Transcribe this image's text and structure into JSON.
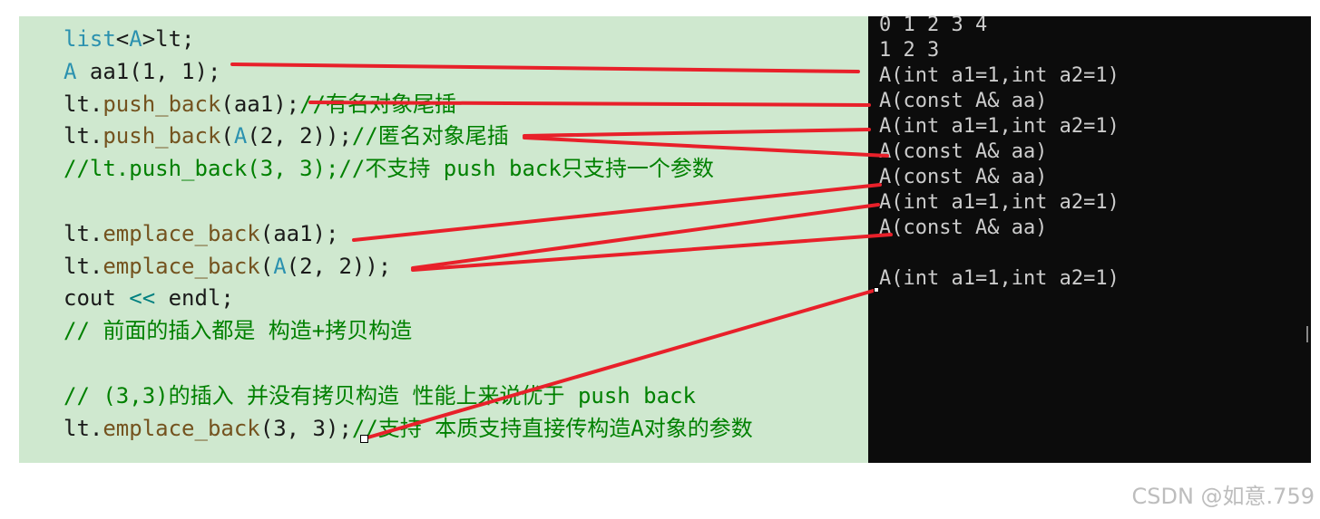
{
  "editor": {
    "lines": [
      [
        {
          "t": "list",
          "c": "type"
        },
        {
          "t": "<",
          "c": "normal"
        },
        {
          "t": "A",
          "c": "type"
        },
        {
          "t": ">lt;",
          "c": "normal"
        }
      ],
      [
        {
          "t": "A ",
          "c": "type"
        },
        {
          "t": "aa1(1, 1);",
          "c": "normal"
        }
      ],
      [
        {
          "t": "lt.",
          "c": "normal"
        },
        {
          "t": "push_back",
          "c": "method"
        },
        {
          "t": "(aa1);",
          "c": "normal"
        },
        {
          "t": "//有名对象尾插",
          "c": "comment"
        }
      ],
      [
        {
          "t": "lt.",
          "c": "normal"
        },
        {
          "t": "push_back",
          "c": "method"
        },
        {
          "t": "(",
          "c": "normal"
        },
        {
          "t": "A",
          "c": "type"
        },
        {
          "t": "(2, 2));",
          "c": "normal"
        },
        {
          "t": "//匿名对象尾插",
          "c": "comment"
        }
      ],
      [
        {
          "t": "//lt.push_back(3, 3);//不支持 push back只支持一个参数",
          "c": "comment"
        }
      ],
      [],
      [
        {
          "t": "lt.",
          "c": "normal"
        },
        {
          "t": "emplace_back",
          "c": "method"
        },
        {
          "t": "(aa1);",
          "c": "normal"
        }
      ],
      [
        {
          "t": "lt.",
          "c": "normal"
        },
        {
          "t": "emplace_back",
          "c": "method"
        },
        {
          "t": "(",
          "c": "normal"
        },
        {
          "t": "A",
          "c": "type"
        },
        {
          "t": "(2, 2));",
          "c": "normal"
        }
      ],
      [
        {
          "t": "cout ",
          "c": "normal"
        },
        {
          "t": "<<",
          "c": "op"
        },
        {
          "t": " endl;",
          "c": "normal"
        }
      ],
      [
        {
          "t": "// 前面的插入都是 构造+拷贝构造",
          "c": "comment"
        }
      ],
      [],
      [
        {
          "t": "// (3,3)的插入 并没有拷贝构造 性能上来说优于 push back",
          "c": "comment"
        }
      ],
      [
        {
          "t": "lt.",
          "c": "normal"
        },
        {
          "t": "emplace_back",
          "c": "method"
        },
        {
          "t": "(3, 3);",
          "c": "normal"
        },
        {
          "t": "//支持 本质支持直接传构造A对象的参数",
          "c": "comment"
        }
      ]
    ]
  },
  "terminal": {
    "lines": [
      "0 1 2 3 4",
      "1 2 3",
      "A(int a1=1,int a2=1)",
      "A(const A& aa)",
      "A(int a1=1,int a2=1)",
      "A(const A& aa)",
      "A(const A& aa)",
      "A(int a1=1,int a2=1)",
      "A(const A& aa)",
      "",
      "A(int a1=1,int a2=1)"
    ]
  },
  "colors": {
    "editor_bg": "#cfe8cf",
    "terminal_bg": "#0c0c0c",
    "arrow": "#e8202a"
  },
  "watermark": "CSDN @如意.759"
}
